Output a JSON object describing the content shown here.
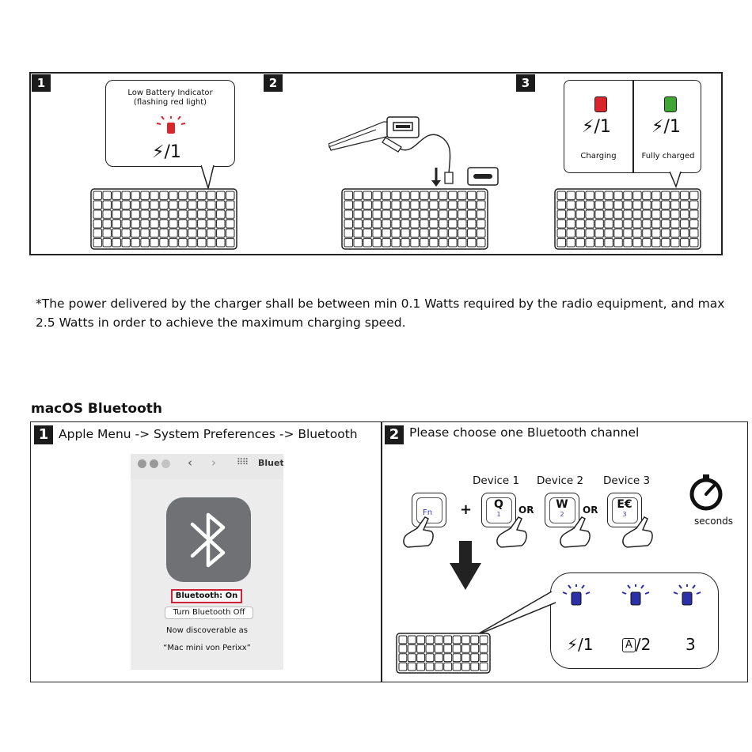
{
  "charging": {
    "steps": [
      "1",
      "2",
      "3"
    ],
    "low_battery": {
      "title_line1": "Low Battery Indicator",
      "title_line2": "(flashing red light)",
      "channel": "/1"
    },
    "status": {
      "charging_label": "Charging",
      "charged_label": "Fully charged",
      "channel": "/1"
    },
    "colors": {
      "red_led": "#d9262c",
      "green_led": "#3fa535"
    }
  },
  "note": {
    "text": "*The power delivered by the charger shall be between min 0.1 Watts required by the radio equipment, and max 2.5 Watts in order to achieve the maximum charging speed."
  },
  "macos": {
    "section_title": "macOS Bluetooth",
    "step1": {
      "num": "1",
      "text": "Apple Menu -> System Preferences -> Bluetooth"
    },
    "step2": {
      "num": "2",
      "text": "Please choose one Bluetooth channel"
    },
    "window": {
      "title": "Blueto",
      "bt_status": "Bluetooth: On",
      "turn_off": "Turn Bluetooth Off",
      "discoverable": "Now discoverable as",
      "device_name": "“Mac mini von Perixx”"
    },
    "devices": [
      "Device 1",
      "Device 2",
      "Device 3"
    ],
    "keys": {
      "fn": "Fn",
      "plus": "+",
      "or": "OR",
      "q": "Q",
      "q_sub": "1",
      "w": "W",
      "w_sub": "2",
      "e": "E€",
      "e_sub": "3"
    },
    "timer_label": "seconds",
    "channels": {
      "ch1": "/1",
      "ch2": "/2",
      "ch3": "3",
      "ch2_key": "A"
    },
    "colors": {
      "blue_led": "#2b2fa8"
    }
  }
}
